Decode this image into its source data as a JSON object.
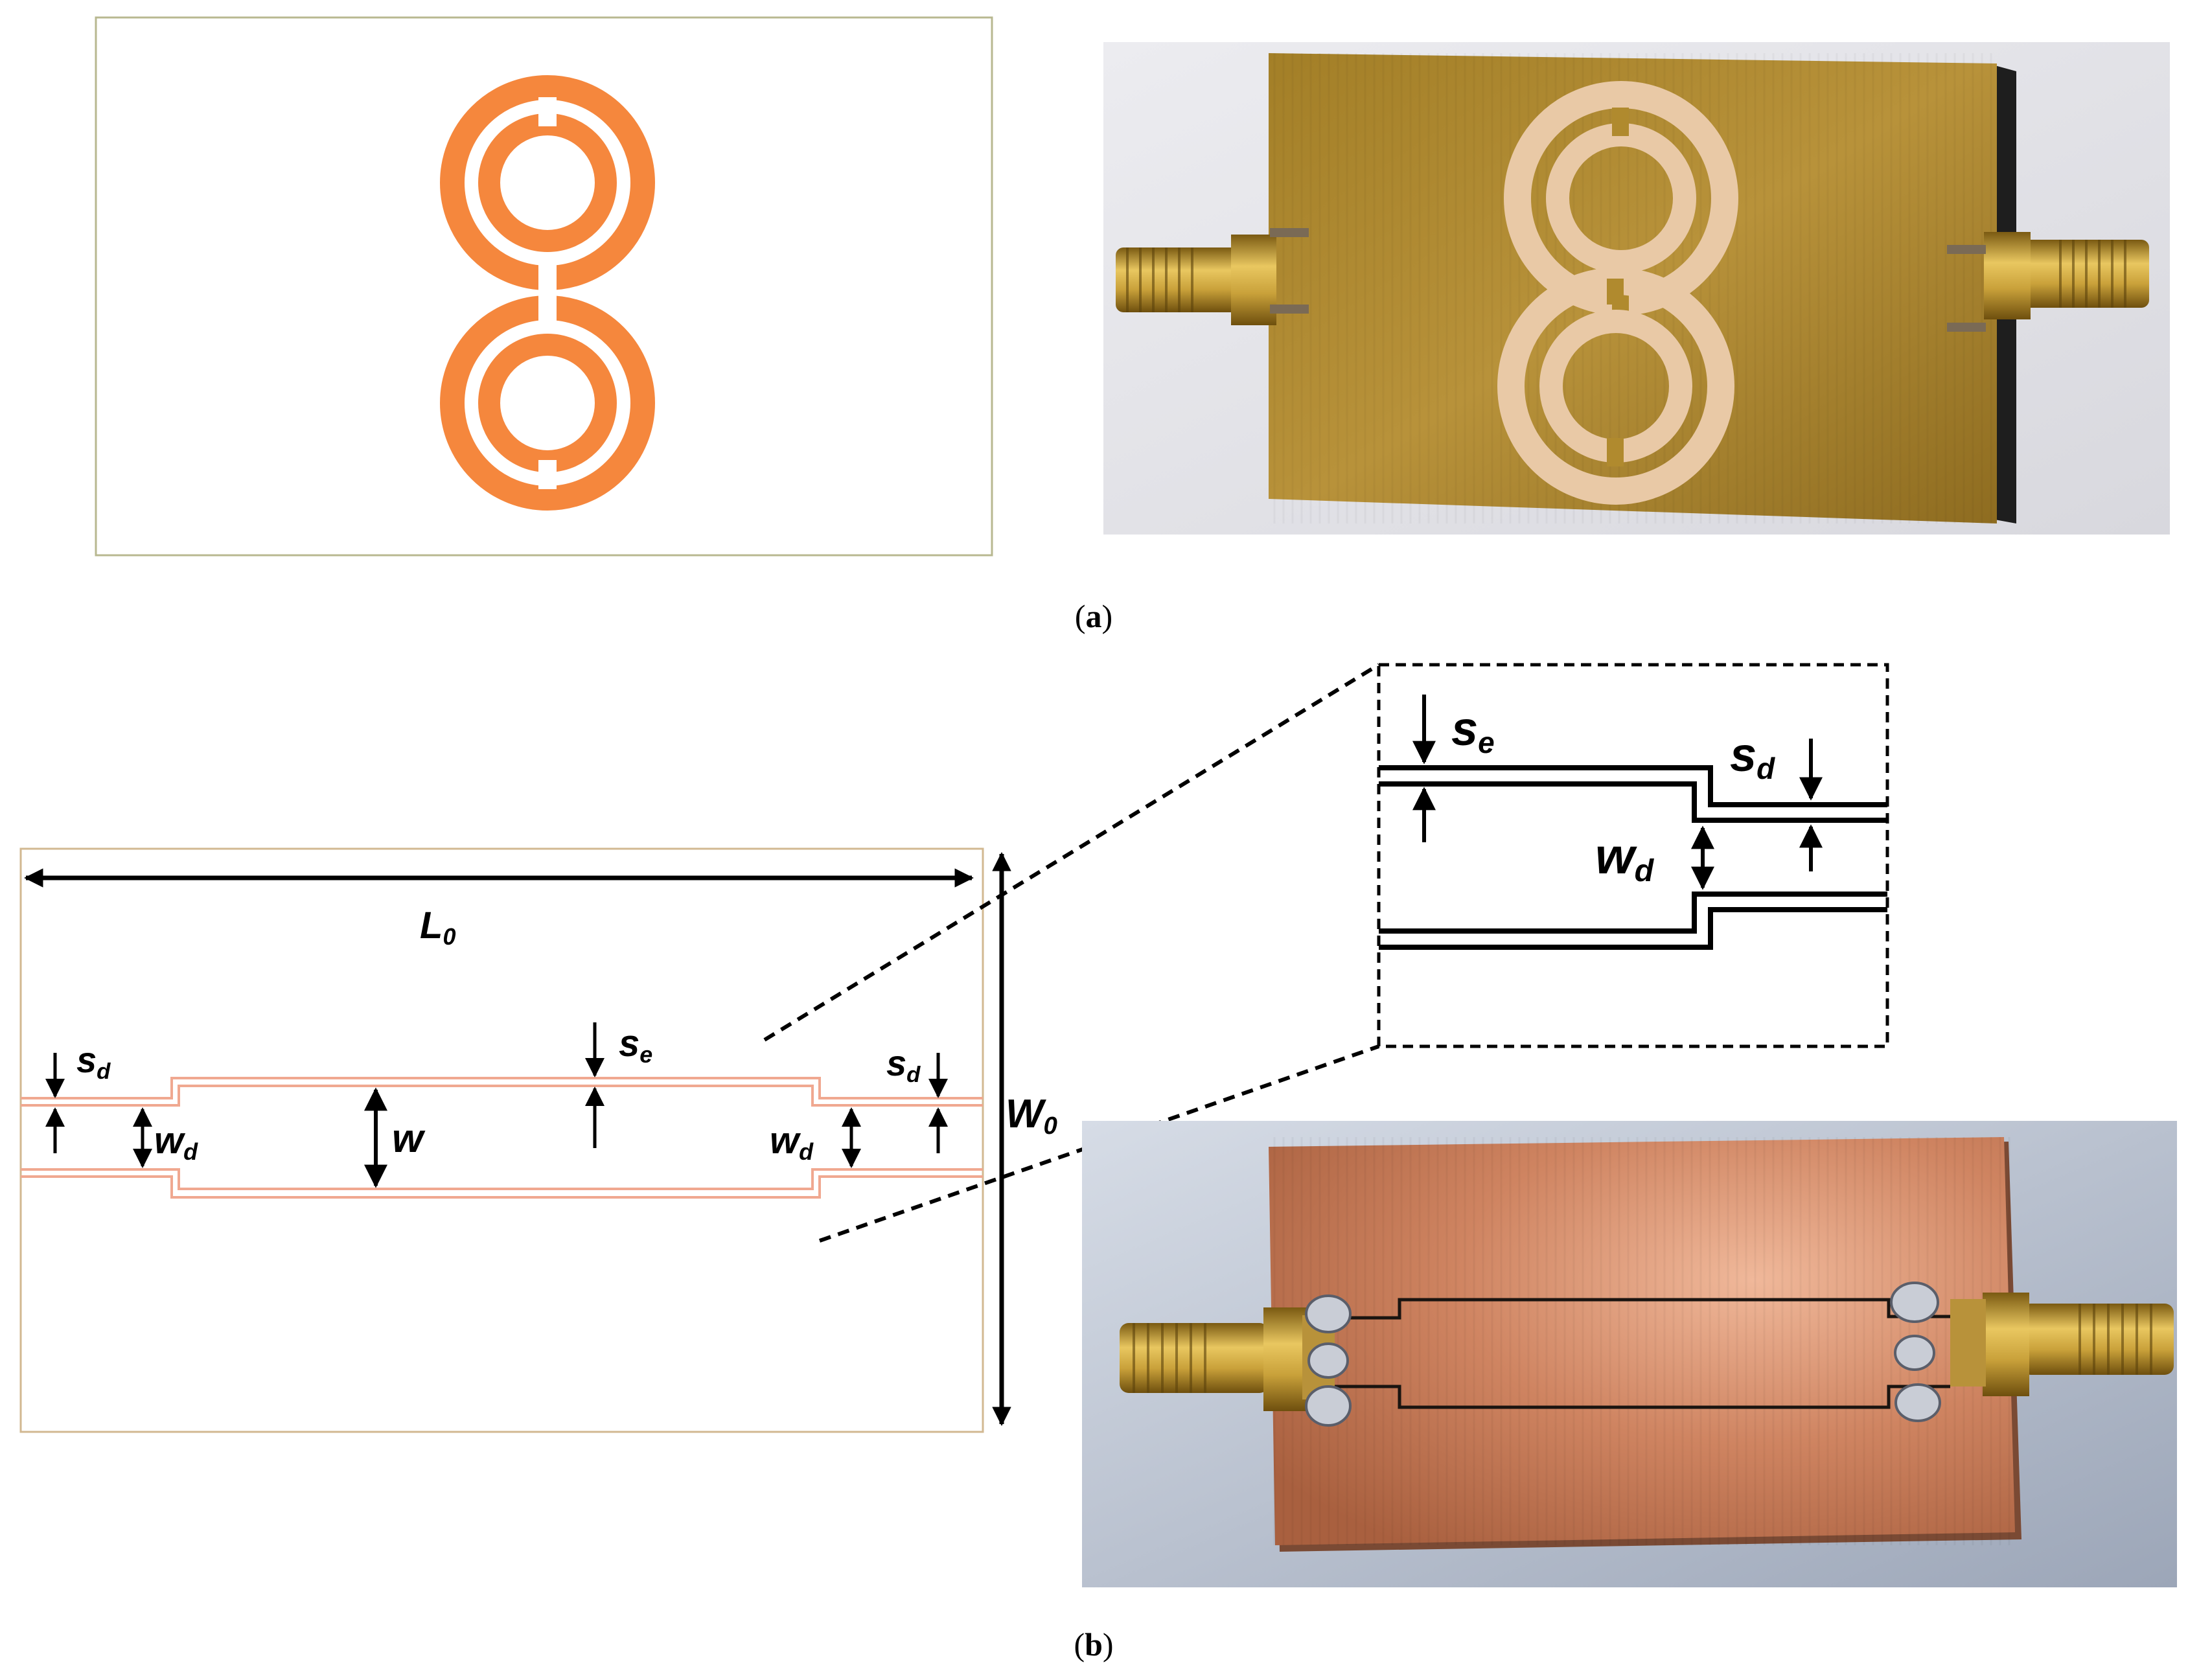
{
  "figure": {
    "panel_a": {
      "caption": "a"
    },
    "panel_b": {
      "caption": "b",
      "labels": {
        "length": {
          "main": "L",
          "sub": "0"
        },
        "width_total": {
          "main": "W",
          "sub": "0"
        },
        "line_width": {
          "main": "w",
          "sub": ""
        },
        "wd": {
          "main": "w",
          "sub": "d"
        },
        "sd": {
          "main": "s",
          "sub": "d"
        },
        "se": {
          "main": "s",
          "sub": "e"
        }
      }
    },
    "colors": {
      "srr_copper": "#F5873D",
      "trace_outline": "#F0A890",
      "fr4_board": "#B08A2E",
      "copper_board": "#C8764E",
      "sma_gold": "#C9A13A",
      "solder": "#C9CDD6",
      "photo_background": "#E6E6EC"
    }
  }
}
